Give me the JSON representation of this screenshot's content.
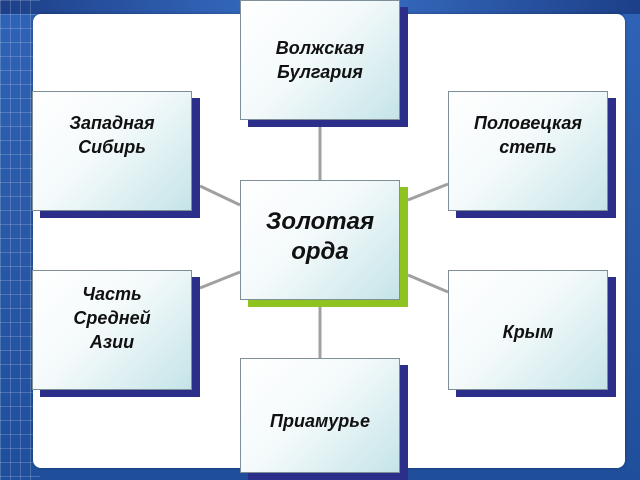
{
  "diagram": {
    "center": {
      "label": "Золотая\nорда"
    },
    "nodes": [
      {
        "id": "volga-bulgaria",
        "label": "Волжская\nБулгария"
      },
      {
        "id": "western-siberia",
        "label": "Западная\nСибирь"
      },
      {
        "id": "polovtsian-steppe",
        "label": "Половецкая\nстепь"
      },
      {
        "id": "central-asia-part",
        "label": "Часть\nСредней\nАзии"
      },
      {
        "id": "crimea",
        "label": "Крым"
      },
      {
        "id": "amur-region",
        "label": "Приамурье"
      }
    ]
  },
  "colors": {
    "shadow_navy": "#2b2f8a",
    "shadow_green": "#8fc31f",
    "connector": "#a0a0a0",
    "background": "#2f63b8"
  }
}
